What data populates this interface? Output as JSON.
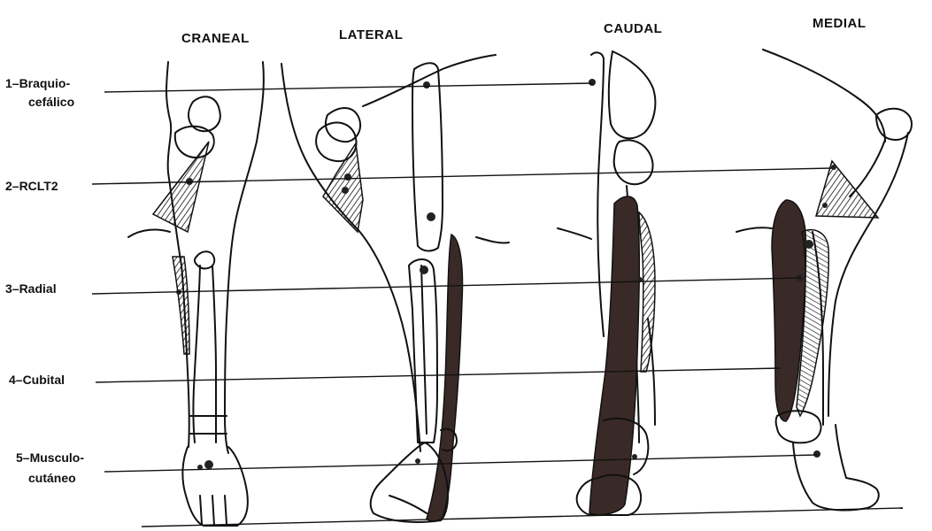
{
  "views": {
    "craneal": "CRANEAL",
    "lateral": "LATERAL",
    "caudal": "CAUDAL",
    "medial": "MEDIAL"
  },
  "nerves": {
    "n1_line1": "1–Braquio-",
    "n1_line2": "cefálico",
    "n2": "2–RCLT2",
    "n3": "3–Radial",
    "n4": "4–Cubital",
    "n5_line1": "5–Musculo-",
    "n5_line2": "cutáneo"
  },
  "colors": {
    "ink": "#111111",
    "dark_zone": "#3a2a27",
    "background": "#ffffff"
  }
}
